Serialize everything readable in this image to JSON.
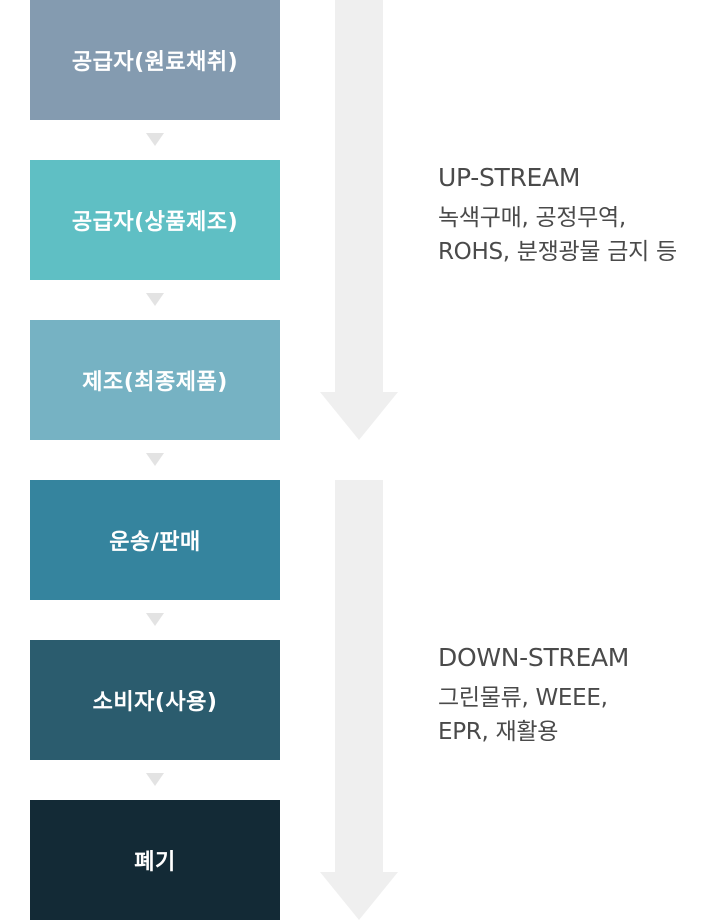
{
  "stages": [
    {
      "label": "공급자(원료채취)",
      "color": "#849bb0"
    },
    {
      "label": "공급자(상품제조)",
      "color": "#5fbfc4"
    },
    {
      "label": "제조(최종제품)",
      "color": "#76b2c3"
    },
    {
      "label": "운송/판매",
      "color": "#35849e"
    },
    {
      "label": "소비자(사용)",
      "color": "#2b5c6e"
    },
    {
      "label": "폐기",
      "color": "#132a36"
    }
  ],
  "upstream": {
    "title": "UP-STREAM",
    "desc_line1": "녹색구매, 공정무역,",
    "desc_line2": "ROHS, 분쟁광물 금지 등"
  },
  "downstream": {
    "title": "DOWN-STREAM",
    "desc_line1": "그린물류, WEEE,",
    "desc_line2": "EPR, 재활용"
  }
}
